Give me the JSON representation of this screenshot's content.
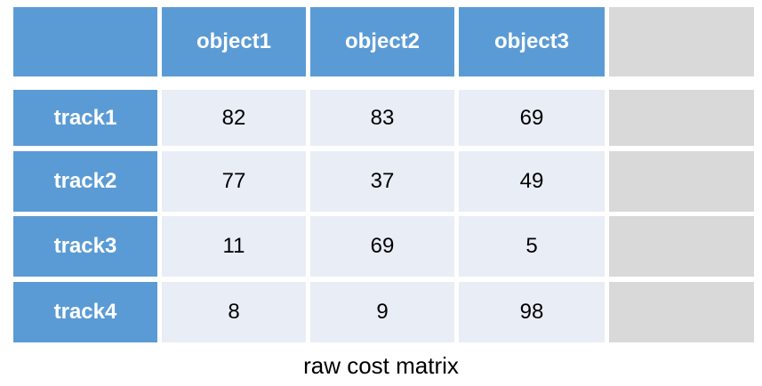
{
  "columns": [
    "object1",
    "object2",
    "object3"
  ],
  "rows": [
    {
      "label": "track1",
      "values": [
        "82",
        "83",
        "69"
      ]
    },
    {
      "label": "track2",
      "values": [
        "77",
        "37",
        "49"
      ]
    },
    {
      "label": "track3",
      "values": [
        "11",
        "69",
        "5"
      ]
    },
    {
      "label": "track4",
      "values": [
        "8",
        "9",
        "98"
      ]
    }
  ],
  "caption": "raw cost matrix",
  "colors": {
    "header": "#5b9bd5",
    "value_cell": "#e9edf5",
    "padding_column": "#d9d9d9"
  }
}
